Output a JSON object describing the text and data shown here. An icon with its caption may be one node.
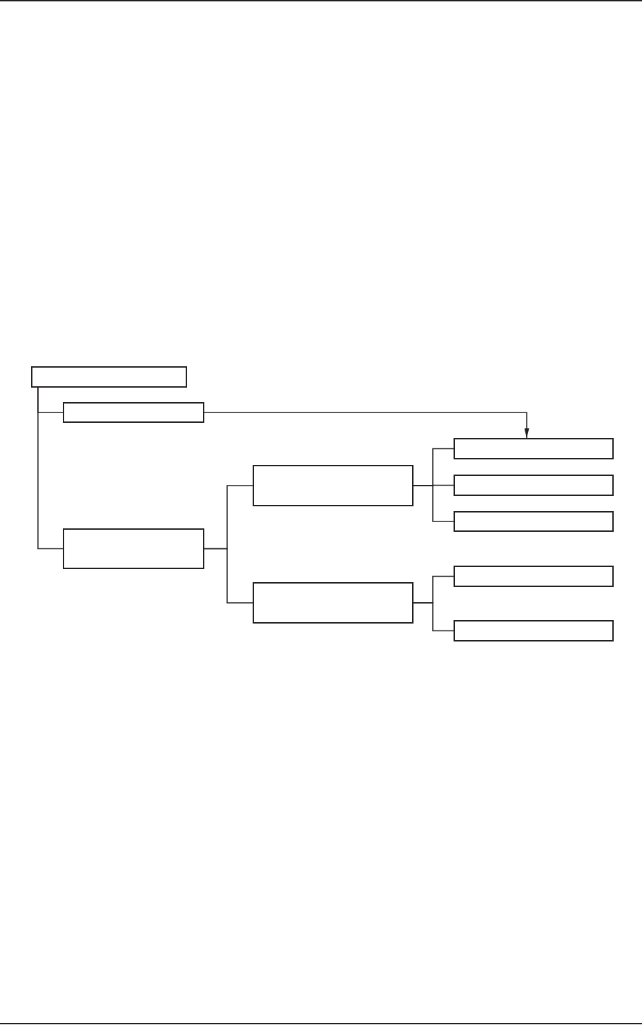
{
  "diagram": {
    "nodes": [
      {
        "text": [],
        "shape": "box"
      },
      {
        "text": [],
        "shape": "box"
      },
      {
        "text": [],
        "shape": "box"
      },
      {
        "text": [],
        "shape": "box"
      },
      {
        "text": [],
        "shape": "box"
      },
      {
        "text": [],
        "shape": "box"
      },
      {
        "text": [],
        "shape": "box"
      },
      {
        "text": [],
        "shape": "box"
      },
      {
        "text": [],
        "shape": "box"
      },
      {
        "text": [],
        "shape": "box"
      }
    ],
    "edges": [
      {
        "from": 0,
        "to": 1,
        "arrow": "none"
      },
      {
        "from": 0,
        "to": 2,
        "arrow": "none"
      },
      {
        "from": 1,
        "to": 5,
        "arrow": "to"
      },
      {
        "from": 2,
        "to": 3,
        "arrow": "none"
      },
      {
        "from": 2,
        "to": 4,
        "arrow": "none"
      },
      {
        "from": 3,
        "to": 5,
        "arrow": "none"
      },
      {
        "from": 3,
        "to": 6,
        "arrow": "none"
      },
      {
        "from": 3,
        "to": 7,
        "arrow": "none"
      },
      {
        "from": 4,
        "to": 8,
        "arrow": "none"
      },
      {
        "from": 4,
        "to": 9,
        "arrow": "none"
      }
    ]
  }
}
